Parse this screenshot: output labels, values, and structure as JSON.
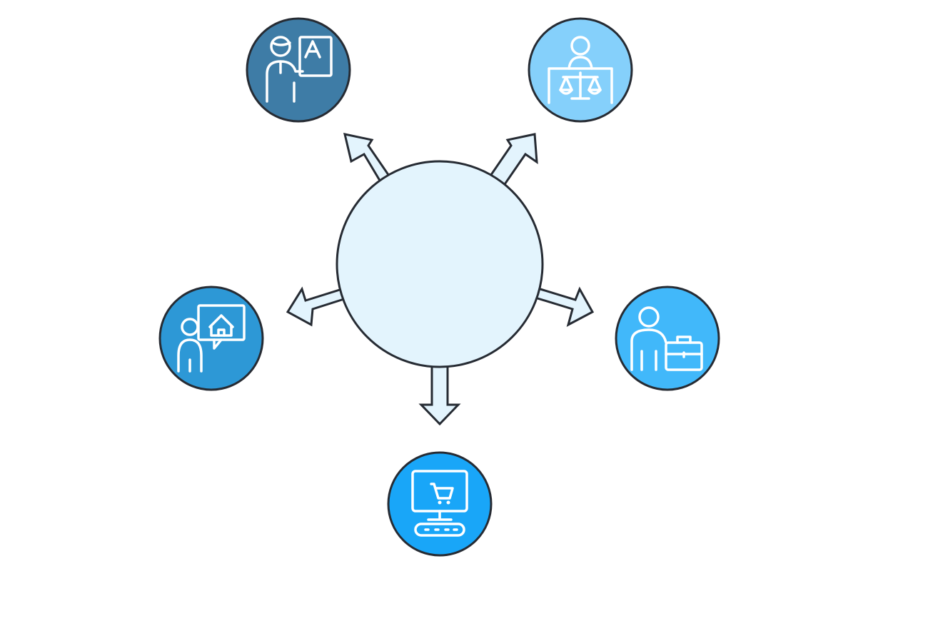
{
  "colors": {
    "outline": "#262B33",
    "hub_fill": "#E3F4FD",
    "icon_stroke": "#FFFFFF",
    "label_text": "#FFFFFF"
  },
  "nodes": [
    {
      "id": "opleiders",
      "label": "Opleiders",
      "color": "#3E7CA6",
      "icon": "teacher-whiteboard-icon"
    },
    {
      "id": "advocatenkantoren",
      "label": "Advocatenkantoren",
      "color": "#85D0FB",
      "icon": "lawyer-scales-icon"
    },
    {
      "id": "makelaars",
      "label": "Makelaars",
      "color": "#2D98D6",
      "icon": "realtor-house-icon"
    },
    {
      "id": "adviesbureaus",
      "label": "Adviesbureaus",
      "color": "#41B8FA",
      "icon": "consultant-briefcase-icon"
    },
    {
      "id": "ecommerce",
      "label": "E-commerce bedrijven",
      "color": "#19A6F8",
      "icon": "ecommerce-computer-icon"
    }
  ]
}
